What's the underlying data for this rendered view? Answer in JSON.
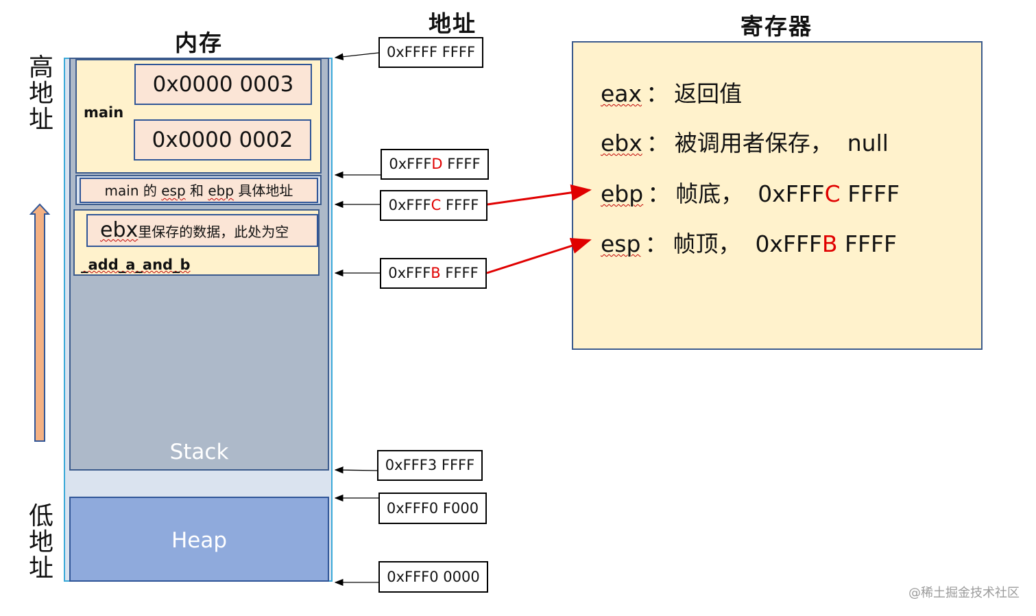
{
  "titles": {
    "memory": "内存",
    "address": "地址",
    "registers": "寄存器"
  },
  "side_labels": {
    "high": [
      "高",
      "地",
      "址"
    ],
    "low": [
      "低",
      "地",
      "址"
    ]
  },
  "memory": {
    "stack_label": "Stack",
    "heap_label": "Heap",
    "main_frame": {
      "label": "main",
      "values": [
        "0x0000 0003",
        "0x0000 0002"
      ]
    },
    "saved_frame": {
      "text_parts": [
        "main 的 ",
        "esp",
        " 和 ",
        "ebp",
        " 具体地址"
      ]
    },
    "add_frame": {
      "label": "_add_a_and_b",
      "ebx_prefix": "ebx",
      "ebx_text": "里保存的数据，此处为空"
    }
  },
  "addresses": [
    {
      "prefix": "0xFFFF FFFF",
      "highlight": "",
      "suffix": ""
    },
    {
      "prefix": "0xFFF",
      "highlight": "D",
      "suffix": " FFFF"
    },
    {
      "prefix": "0xFFF",
      "highlight": "C",
      "suffix": " FFFF"
    },
    {
      "prefix": "0xFFF",
      "highlight": "B",
      "suffix": " FFFF"
    },
    {
      "prefix": "0xFFF3 FFFF",
      "highlight": "",
      "suffix": ""
    },
    {
      "prefix": "0xFFF0 F000",
      "highlight": "",
      "suffix": ""
    },
    {
      "prefix": "0xFFF0 0000",
      "highlight": "",
      "suffix": ""
    }
  ],
  "registers": [
    {
      "name": "eax",
      "sep": "：",
      "desc": "返回值",
      "prefix": "",
      "highlight": "",
      "suffix": ""
    },
    {
      "name": "ebx",
      "sep": "：",
      "desc": "被调用者保存，  null",
      "prefix": "",
      "highlight": "",
      "suffix": ""
    },
    {
      "name": "ebp",
      "sep": "：",
      "desc": "帧底，  ",
      "prefix": "0xFFF",
      "highlight": "C",
      "suffix": " FFFF"
    },
    {
      "name": "esp",
      "sep": "：",
      "desc": "帧顶，  ",
      "prefix": "0xFFF",
      "highlight": "B",
      "suffix": " FFFF"
    }
  ],
  "colors": {
    "highlight": "#e00000",
    "pointer_arrow": "#e00000",
    "stack_fill": "#adb9c9",
    "heap_fill": "#8faadc",
    "frame_fill": "#fff2cc",
    "value_fill": "#fbe5d6",
    "growth_arrow": "#f4b183"
  },
  "watermark": "@稀土掘金技术社区"
}
